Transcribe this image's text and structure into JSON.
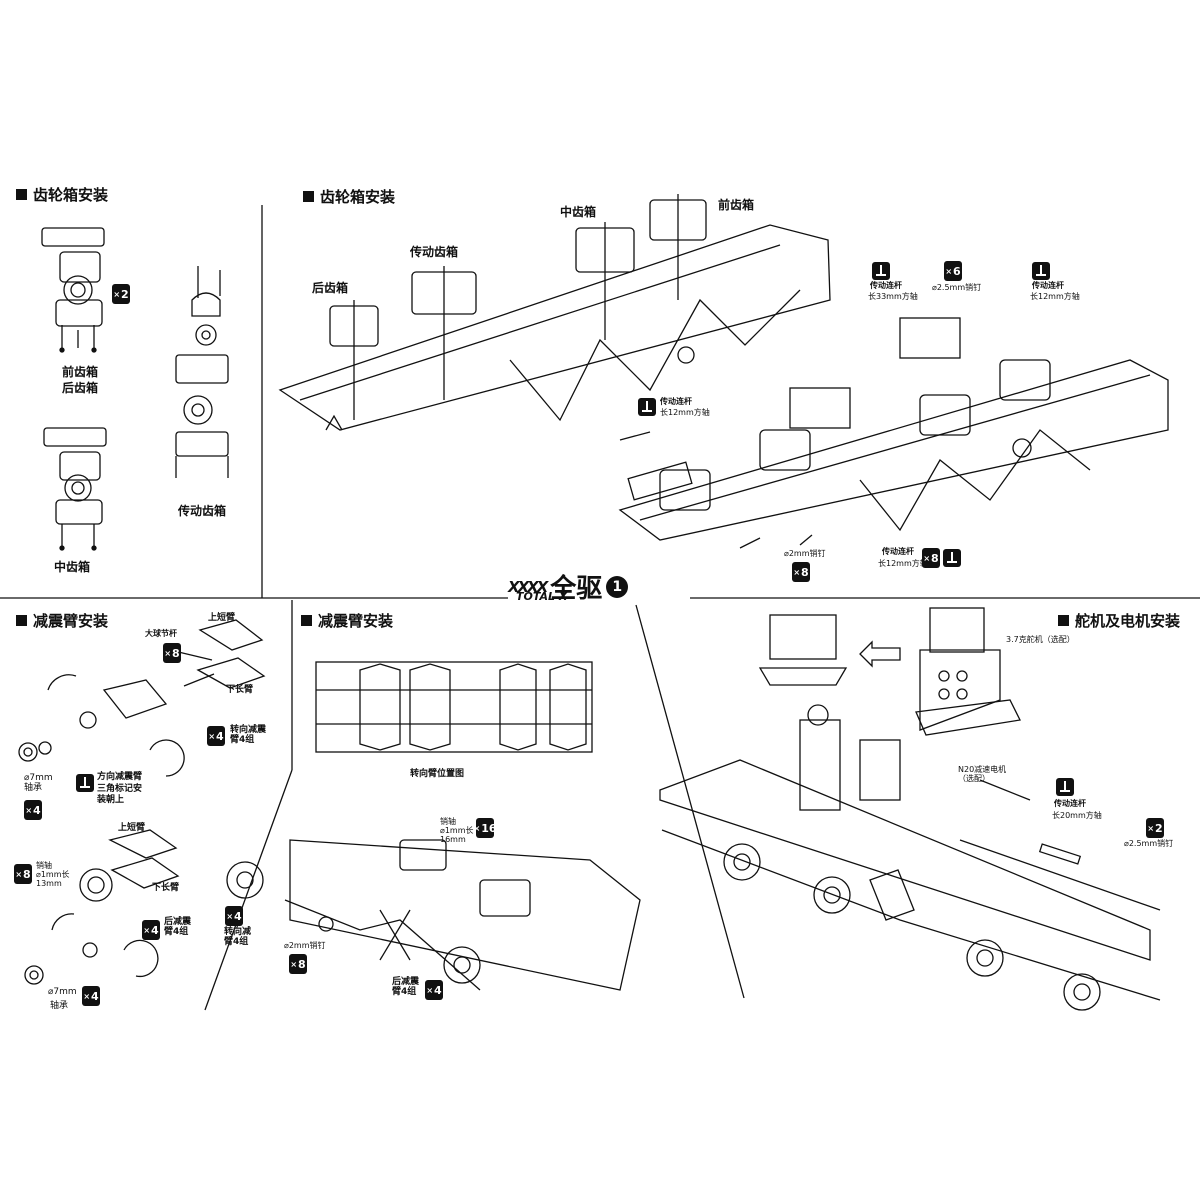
{
  "sections": {
    "gear1": "齿轮箱安装",
    "gear2": "齿轮箱安装",
    "shock1": "减震臂安装",
    "shock2": "减震臂安装",
    "servo": "舵机及电机安装"
  },
  "gear_left": {
    "front_rear": "前齿箱\n后齿箱",
    "mid": "中齿箱",
    "trans": "传动齿箱",
    "qty2": "2"
  },
  "gear_main": {
    "rear": "后齿箱",
    "trans": "传动齿箱",
    "mid": "中齿箱",
    "front": "前齿箱",
    "rod33": "传动连杆",
    "rod33_spec": "长33mm方轴",
    "pin6_qty": "6",
    "pin6_spec": "⌀2.5mm销钉",
    "rod12a": "传动连杆",
    "rod12a_spec": "长12mm方轴",
    "rod12b": "传动连杆",
    "rod12b_spec": "长12mm方轴",
    "pin8_spec": "⌀2mm销钉",
    "pin8_qty": "8",
    "rod12c": "传动连杆",
    "rod12c_spec": "长12mm方轴",
    "rod12c_qty": "8"
  },
  "logo": {
    "stripes": "XXXX",
    "brand": "全驱",
    "sub": "TOTAL X",
    "num": "1"
  },
  "shock_left": {
    "upper_short": "上短臂",
    "ball": "大球节杆",
    "qty8a": "8",
    "lower_long": "下长臂",
    "steer4_qty": "4",
    "steer4": "转向减震\n臂4组",
    "bearing7a": "⌀7mm\n轴承",
    "bearing_qty_a": "4",
    "note": "方向减震臂\n三角标记安\n装朝上",
    "upper_short2": "上短臂",
    "pin_qty": "8",
    "pin_spec": "销轴\n⌀1mm长\n13mm",
    "lower_long2": "下长臂",
    "rear4_qty": "4",
    "rear4": "后减震\n臂4组",
    "bearing7b": "⌀7mm",
    "bearing_qty_b": "4",
    "bearing_label_b": "轴承"
  },
  "shock_mid": {
    "pos": "转向臂位置图",
    "pin_spec": "销轴\n⌀1mm长\n16mm",
    "pin_qty": "16",
    "steer_qty": "4",
    "steer": "转向减\n臂4组",
    "pin2_spec": "⌀2mm销钉",
    "pin2_qty": "8",
    "rear": "后减震\n臂4组",
    "rear_qty": "4"
  },
  "servo_sec": {
    "servo": "3.7克舵机（选配）",
    "motor": "N20减速电机\n（选配）",
    "rod": "传动连杆",
    "rod_spec": "长20mm方轴",
    "pin_qty": "2",
    "pin_spec": "⌀2.5mm销钉"
  }
}
